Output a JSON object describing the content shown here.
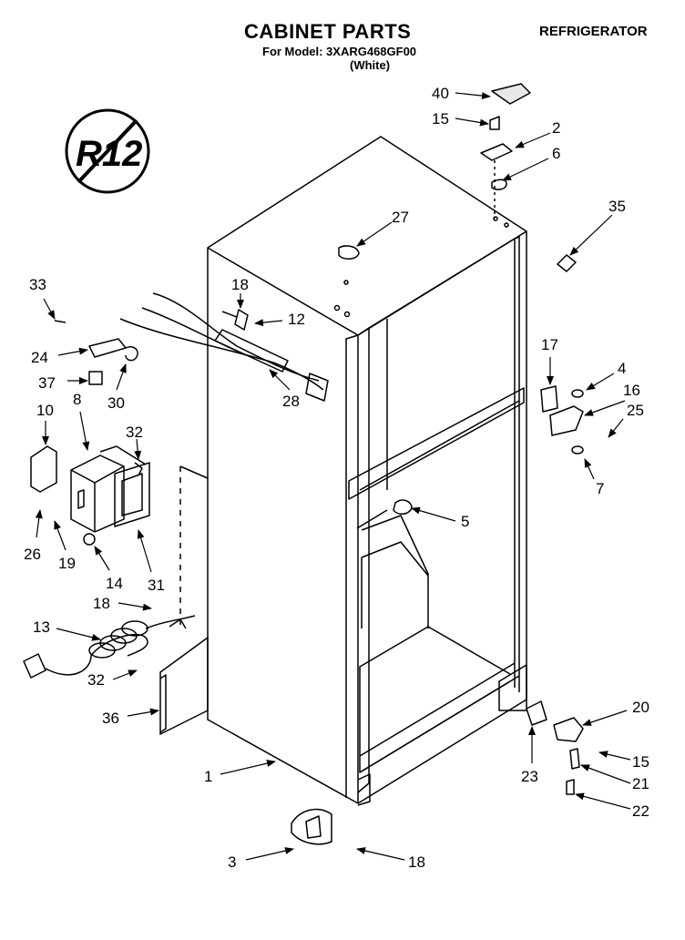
{
  "header": {
    "title": "CABINET PARTS",
    "appliance": "REFRIGERATOR",
    "model_line": "For Model: 3XARG468GF00",
    "color_line": "(White)"
  },
  "badge": {
    "text": "R12",
    "icon": "no-r12-symbol-icon"
  },
  "callouts": [
    "40",
    "15",
    "2",
    "6",
    "35",
    "27",
    "18",
    "12",
    "33",
    "24",
    "37",
    "30",
    "28",
    "17",
    "4",
    "16",
    "25",
    "10",
    "8",
    "32",
    "7",
    "5",
    "26",
    "19",
    "14",
    "31",
    "18",
    "13",
    "32",
    "36",
    "20",
    "15",
    "21",
    "23",
    "1",
    "22",
    "3",
    "18"
  ]
}
